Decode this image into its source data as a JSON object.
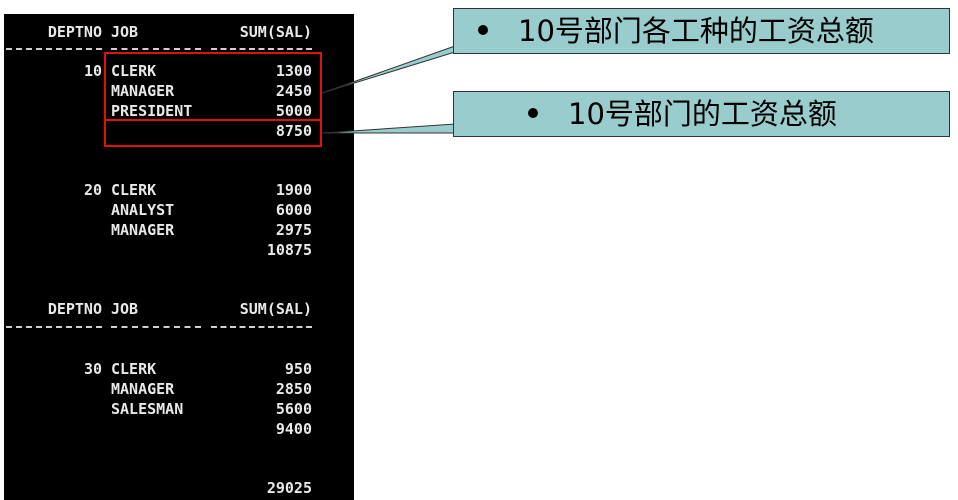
{
  "report": {
    "header_1": {
      "deptno": "DEPTNO",
      "job": "JOB",
      "sum": "SUM(SAL)"
    },
    "header_2": {
      "deptno": "DEPTNO",
      "job": "JOB",
      "sum": "SUM(SAL)"
    },
    "groups": [
      {
        "deptno": "10",
        "rows": [
          {
            "job": "CLERK",
            "sum": "1300"
          },
          {
            "job": "MANAGER",
            "sum": "2450"
          },
          {
            "job": "PRESIDENT",
            "sum": "5000"
          }
        ],
        "subtotal": "8750"
      },
      {
        "deptno": "20",
        "rows": [
          {
            "job": "CLERK",
            "sum": "1900"
          },
          {
            "job": "ANALYST",
            "sum": "6000"
          },
          {
            "job": "MANAGER",
            "sum": "2975"
          }
        ],
        "subtotal": "10875"
      },
      {
        "deptno": "30",
        "rows": [
          {
            "job": "CLERK",
            "sum": "950"
          },
          {
            "job": "MANAGER",
            "sum": "2850"
          },
          {
            "job": "SALESMAN",
            "sum": "5600"
          }
        ],
        "subtotal": "9400"
      }
    ],
    "grand_total": "29025"
  },
  "callouts": {
    "job_totals": "10号部门各工种的工资总额",
    "dept_total": "10号部门的工资总额"
  },
  "colors": {
    "console_bg": "#000000",
    "console_text": "#e8e8e8",
    "highlight": "#e01010",
    "callout_bg": "#99cccc"
  }
}
